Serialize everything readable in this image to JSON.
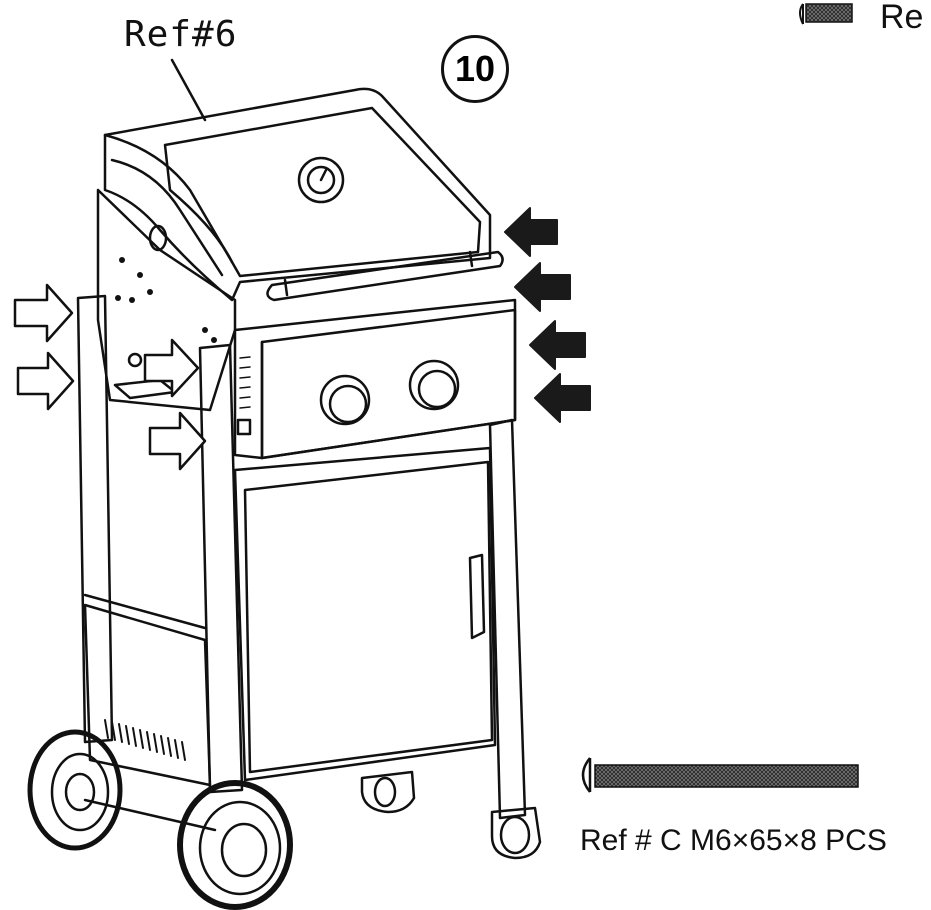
{
  "labels": {
    "part_ref": "Ref#6",
    "step_number": "10",
    "top_ref": "Re",
    "bolt_ref": "Ref # C M6×65×8 PCS"
  },
  "colors": {
    "ink": "#111111",
    "arrow_fill": "#1a1a1a",
    "arrow_outline_fill": "#ffffff"
  },
  "icons": {
    "arrows": "arrow-icon",
    "bolt": "bolt-icon"
  }
}
